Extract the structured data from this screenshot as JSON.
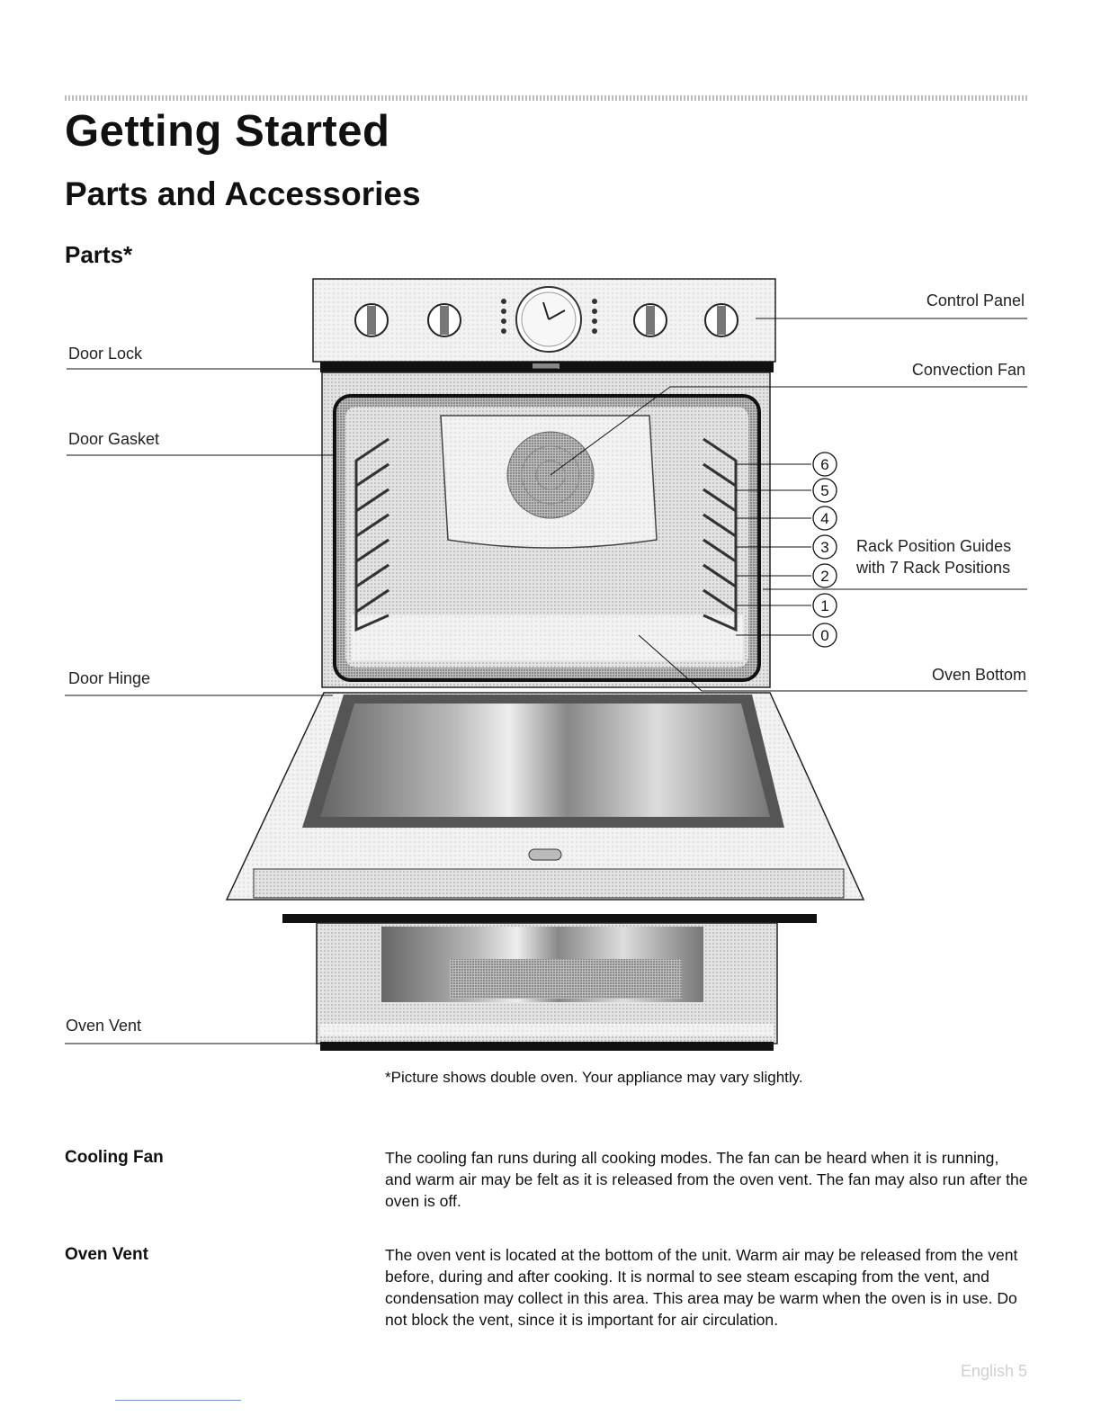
{
  "page": {
    "title": "Getting Started",
    "section": "Parts and Accessories",
    "subsection": "Parts*",
    "footer": "English 5"
  },
  "labels": {
    "door_lock": "Door Lock",
    "door_gasket": "Door Gasket",
    "door_hinge": "Door Hinge",
    "oven_vent": "Oven Vent",
    "control_panel": "Control Panel",
    "convection_fan": "Convection Fan",
    "rack_guides_line1": "Rack Position Guides",
    "rack_guides_line2": "with 7 Rack Positions",
    "oven_bottom": "Oven Bottom"
  },
  "rack_positions": [
    "6",
    "5",
    "4",
    "3",
    "2",
    "1",
    "0"
  ],
  "caption": "*Picture shows double oven. Your appliance may vary slightly.",
  "items": [
    {
      "term": "Cooling Fan",
      "description": "The cooling fan runs during all cooking modes. The fan can be heard when it is running, and warm air may be felt as it is released from the oven vent. The fan may also run after the oven is off."
    },
    {
      "term": "Oven Vent",
      "description": "The oven vent is located at the bottom of the unit. Warm air may be released from the vent before, during and after cooking. It is normal to see steam escaping from the vent, and condensation may collect in this area. This area may be warm when the oven is in use. Do not block the vent, since it is important for air circulation."
    }
  ]
}
